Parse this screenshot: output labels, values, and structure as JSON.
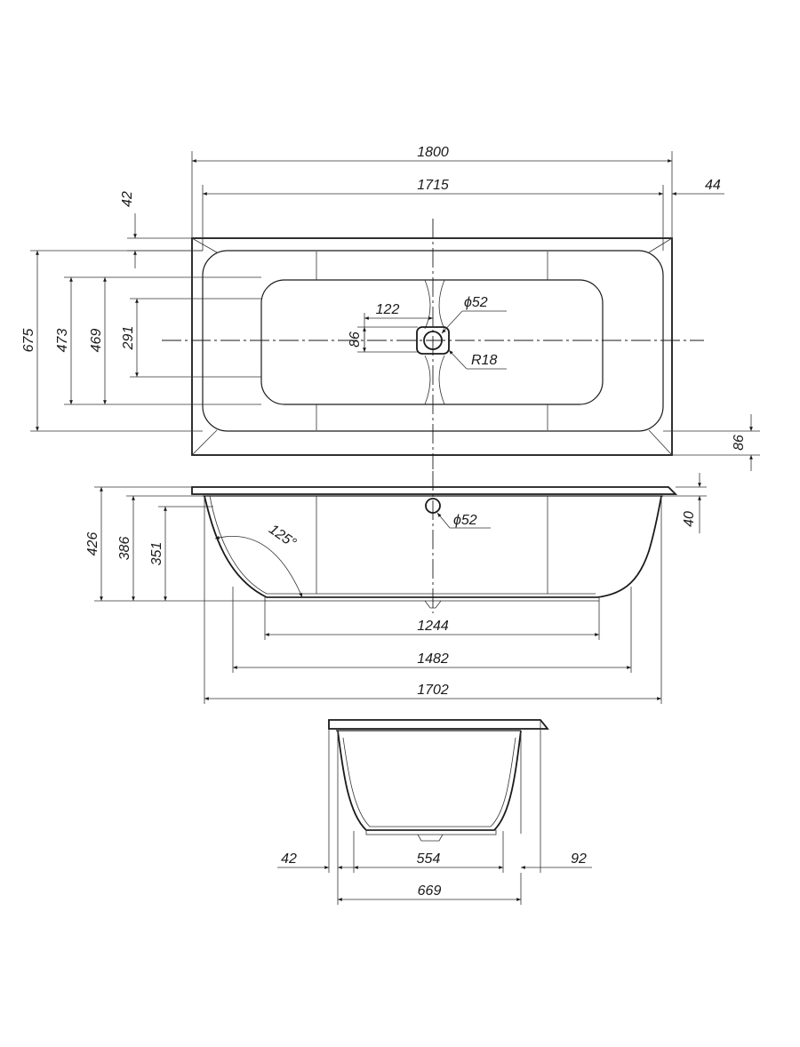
{
  "top_view": {
    "overall_length": "1800",
    "inner_length": "1715",
    "rim_right": "44",
    "rim_top": "42",
    "overall_width": "675",
    "inner_width_a": "473",
    "inner_width_b": "469",
    "floor_width": "291",
    "drain_spacing": "122",
    "drain_offset": "86",
    "drain_diameter": "ϕ52",
    "drain_radius": "R18",
    "rim_bottom": "86"
  },
  "side_view": {
    "overall_height": "426",
    "inner_depth": "386",
    "depth_to_floor": "351",
    "overflow_diameter": "ϕ52",
    "rim_height": "40",
    "wall_angle": "125°",
    "floor_length": "1244",
    "base_length": "1482",
    "top_length": "1702"
  },
  "end_view": {
    "rim_left": "42",
    "floor_width": "554",
    "rim_right": "92",
    "overall_width": "669"
  }
}
